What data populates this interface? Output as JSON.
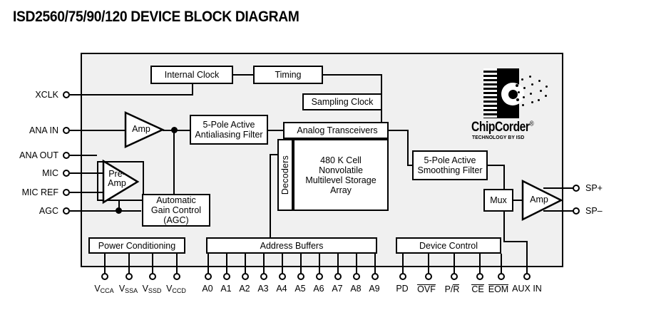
{
  "title": "ISD2560/75/90/120 DEVICE BLOCK DIAGRAM",
  "logo": {
    "name": "ChipCorder",
    "registered": "®",
    "tagline": "TECHNOLOGY BY ISD"
  },
  "blocks": {
    "internal_clock": "Internal Clock",
    "timing": "Timing",
    "sampling_clock": "Sampling Clock",
    "antialiasing_filter_l1": "5-Pole Active",
    "antialiasing_filter_l2": "Antialiasing Filter",
    "analog_transceivers": "Analog Transceivers",
    "decoders": "Decoders",
    "storage_l1": "480 K Cell",
    "storage_l2": "Nonvolatile",
    "storage_l3": "Multilevel Storage",
    "storage_l4": "Array",
    "smoothing_filter_l1": "5-Pole Active",
    "smoothing_filter_l2": "Smoothing Filter",
    "mux": "Mux",
    "amp_in": "Amp",
    "amp_out": "Amp",
    "preamp_l1": "Pre-",
    "preamp_l2": "Amp",
    "agc_l1": "Automatic",
    "agc_l2": "Gain Control",
    "agc_l3": "(AGC)",
    "power_conditioning": "Power Conditioning",
    "address_buffers": "Address Buffers",
    "device_control": "Device Control"
  },
  "pins_left": [
    {
      "label": "XCLK"
    },
    {
      "label": "ANA IN"
    },
    {
      "label": "ANA OUT"
    },
    {
      "label": "MIC"
    },
    {
      "label": "MIC REF"
    },
    {
      "label": "AGC"
    }
  ],
  "pins_right": [
    {
      "label": "SP+"
    },
    {
      "label": "SP–"
    }
  ],
  "pins_power": [
    {
      "base": "V",
      "sub": "CCA"
    },
    {
      "base": "V",
      "sub": "SSA"
    },
    {
      "base": "V",
      "sub": "SSD"
    },
    {
      "base": "V",
      "sub": "CCD"
    }
  ],
  "pins_address": [
    {
      "label": "A0"
    },
    {
      "label": "A1"
    },
    {
      "label": "A2"
    },
    {
      "label": "A3"
    },
    {
      "label": "A4"
    },
    {
      "label": "A5"
    },
    {
      "label": "A6"
    },
    {
      "label": "A7"
    },
    {
      "label": "A8"
    },
    {
      "label": "A9"
    }
  ],
  "pins_control": [
    {
      "label": "PD",
      "overbar": "none"
    },
    {
      "label": "OVF",
      "overbar": "all"
    },
    {
      "label": "P/R",
      "overbar": "partial",
      "pre": "P/",
      "bar": "R"
    },
    {
      "label": "CE",
      "overbar": "all"
    },
    {
      "label": "EOM",
      "overbar": "all"
    },
    {
      "label": "AUX IN",
      "overbar": "none"
    }
  ],
  "colors": {
    "panel_background": "#f0f0f0",
    "box_background": "#ffffff",
    "stroke": "#000000",
    "page_background": "#ffffff"
  }
}
